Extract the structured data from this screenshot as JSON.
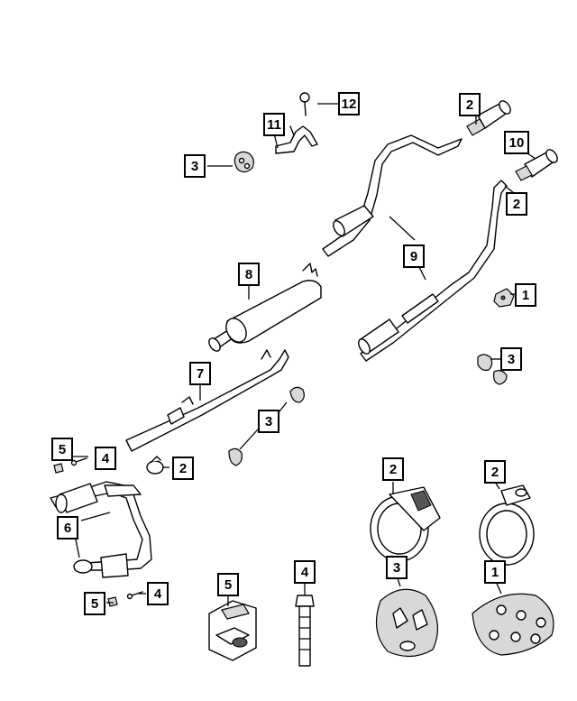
{
  "diagram": {
    "callouts": [
      {
        "id": "c12",
        "label": "12"
      },
      {
        "id": "c11",
        "label": "11"
      },
      {
        "id": "c3a",
        "label": "3"
      },
      {
        "id": "c2a",
        "label": "2"
      },
      {
        "id": "c10",
        "label": "10"
      },
      {
        "id": "c2b",
        "label": "2"
      },
      {
        "id": "c9",
        "label": "9"
      },
      {
        "id": "c8",
        "label": "8"
      },
      {
        "id": "c1a",
        "label": "1"
      },
      {
        "id": "c3b",
        "label": "3"
      },
      {
        "id": "c7",
        "label": "7"
      },
      {
        "id": "c3c",
        "label": "3"
      },
      {
        "id": "c5a",
        "label": "5"
      },
      {
        "id": "c4a",
        "label": "4"
      },
      {
        "id": "c2c",
        "label": "2"
      },
      {
        "id": "c6",
        "label": "6"
      },
      {
        "id": "c5b",
        "label": "5"
      },
      {
        "id": "c4b",
        "label": "4"
      },
      {
        "id": "c2d",
        "label": "2"
      },
      {
        "id": "c2e",
        "label": "2"
      },
      {
        "id": "c5c",
        "label": "5"
      },
      {
        "id": "c4c",
        "label": "4"
      },
      {
        "id": "c3d",
        "label": "3"
      },
      {
        "id": "c1b",
        "label": "1"
      }
    ]
  }
}
